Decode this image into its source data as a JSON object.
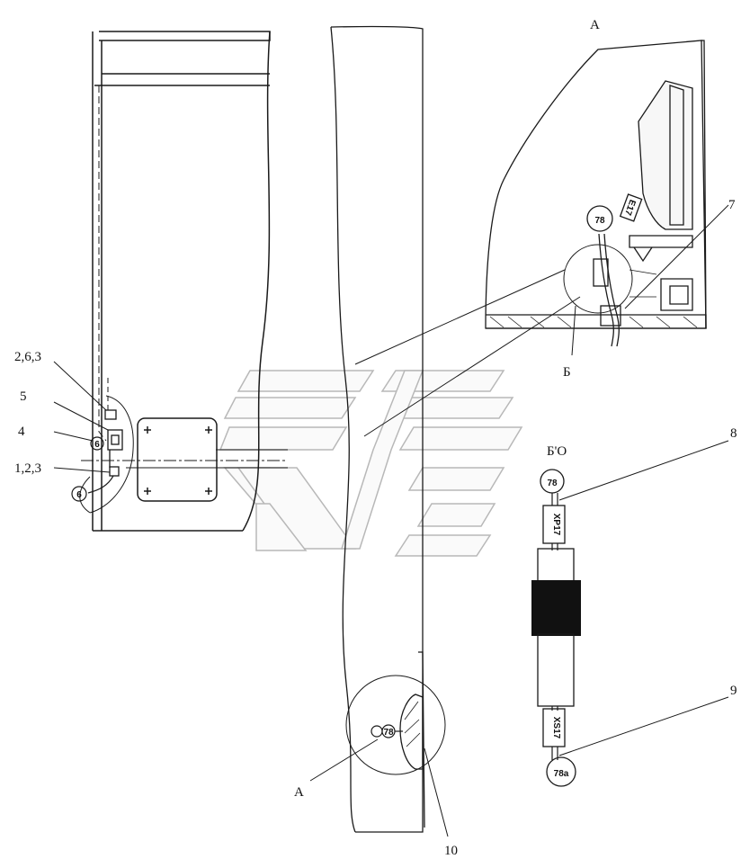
{
  "callouts": {
    "c_263": "2,6,3",
    "c_5": "5",
    "c_4": "4",
    "c_123": "1,2,3",
    "c_7": "7",
    "c_8": "8",
    "c_9": "9",
    "c_10": "10",
    "c_A_bottom": "A"
  },
  "view_labels": {
    "view_A": "A",
    "view_B_marker": "Б",
    "view_B_title": "Б'О"
  },
  "wire_tags": {
    "tag_78_top": "78",
    "tag_78_B": "78",
    "tag_78a": "78a",
    "tag_78_small": "78",
    "tag_6_a": "6",
    "tag_6_b": "6",
    "tag_E17": "E17",
    "tag_XP17": "XP17",
    "tag_XS17": "XS17"
  }
}
